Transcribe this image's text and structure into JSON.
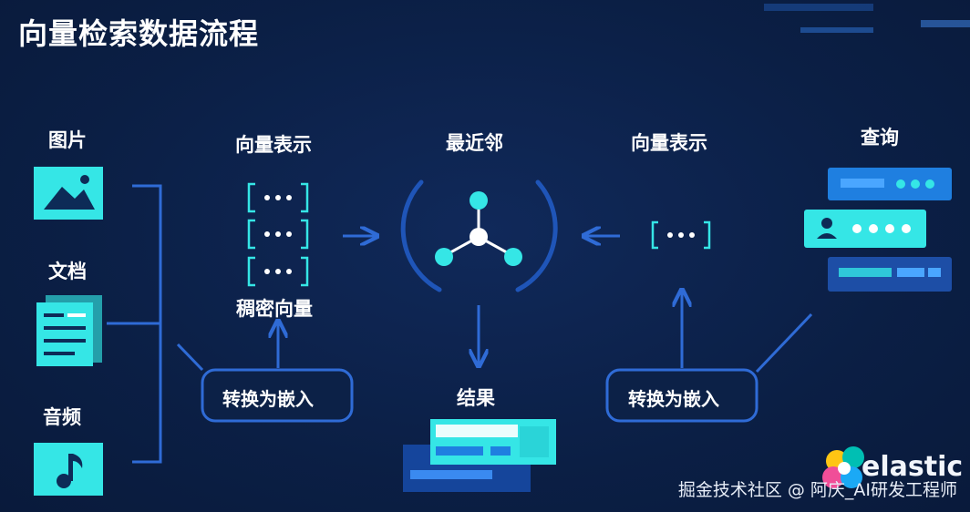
{
  "title": "向量检索数据流程",
  "inputs": {
    "image": "图片",
    "document": "文档",
    "audio": "音频"
  },
  "left_vector_title": "向量表示",
  "dense_vector": "稠密向量",
  "vector_glyph": "[ ••• ]",
  "embed_left": "转换为嵌入",
  "nearest_neighbor": "最近邻",
  "result": "结果",
  "right_vector_title": "向量表示",
  "embed_right": "转换为嵌入",
  "query": "查询",
  "brand": "elastic",
  "watermark": "掘金技术社区 @ 阿庆_AI研发工程师",
  "colors": {
    "accent": "#35e6e6",
    "line": "#2f6bd6",
    "background": "#0c2147",
    "card": "#1f7fe0"
  }
}
